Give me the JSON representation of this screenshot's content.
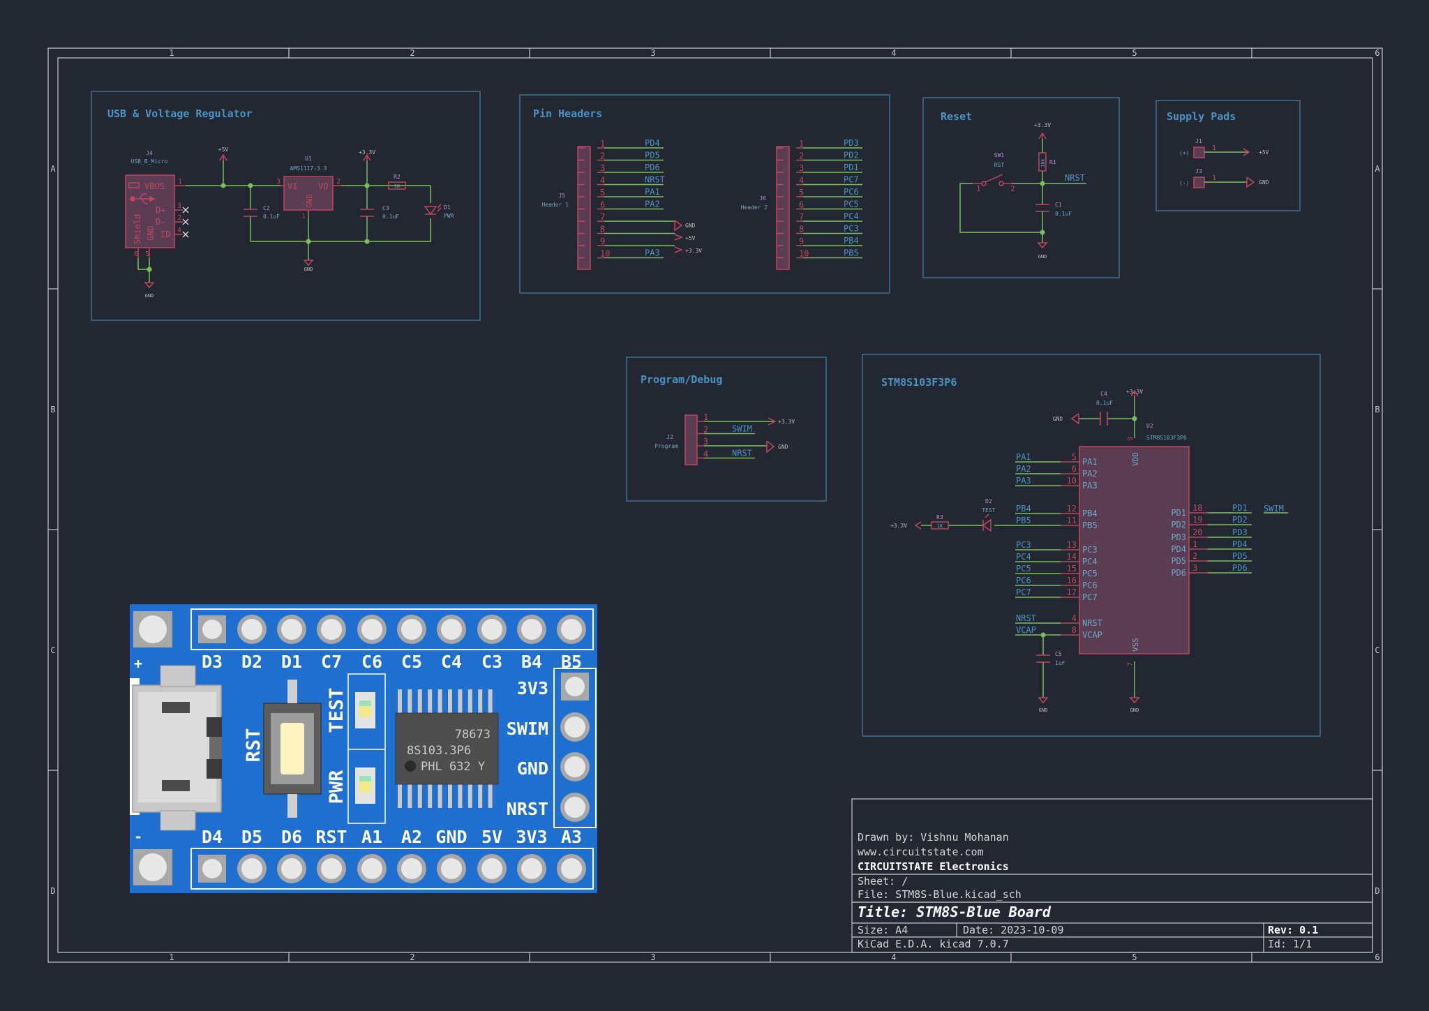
{
  "colors": {
    "background": "#232731",
    "border": "#c8c8cc",
    "box_stroke": "#3d7ca3",
    "box_title": "#4a94c4",
    "wire": "#7bbf5a",
    "symbol": "#c0475e",
    "ic_fill": "#5a3d52",
    "pin_num": "#c0475e",
    "net_label": "#4a94c4",
    "ref_text": "#b98fd8",
    "value_text": "#6da7c9",
    "power_text": "#bcbcbc",
    "board_blue": "#1f6fd1",
    "pad_light": "#e8e8e8",
    "pad_ring": "#a8a8a8"
  },
  "frame": {
    "col_labels": [
      "1",
      "2",
      "3",
      "4",
      "5",
      "6"
    ],
    "row_labels": [
      "A",
      "B",
      "C",
      "D"
    ]
  },
  "sections": {
    "usb": {
      "title": "USB & Voltage Regulator",
      "j4_ref": "J4",
      "j4_val": "USB_B_Micro",
      "pin_vbus": "VBUS",
      "pin_dp": "D+",
      "pin_dm": "D-",
      "pin_id": "ID",
      "pin_gnd": "GND",
      "pin_shield": "Shield",
      "num1": "1",
      "num2": "2",
      "num3": "3",
      "num4": "4",
      "num5": "5",
      "num6": "6",
      "u1_ref": "U1",
      "u1_val": "AMS1117-3.3",
      "u1_vi": "VI",
      "u1_vo": "VO",
      "u1_gnd": "GND",
      "u1_p1": "1",
      "u1_p2": "2",
      "u1_p3": "3",
      "c2_ref": "C2",
      "c2_val": "0.1uF",
      "c3_ref": "C3",
      "c3_val": "0.1uF",
      "r2_ref": "R2",
      "r2_val": "1K",
      "d1_ref": "D1",
      "d1_val": "PWR",
      "pwr_5v": "+5V",
      "pwr_33v": "+3.3V",
      "gnd1": "GND",
      "gnd2": "GND"
    },
    "headers": {
      "title": "Pin Headers",
      "j5_ref": "J5",
      "j5_val": "Header 1",
      "j5_pins": [
        "1",
        "2",
        "3",
        "4",
        "5",
        "6",
        "7",
        "8",
        "9",
        "10"
      ],
      "j5_nets": [
        "PD4",
        "PD5",
        "PD6",
        "NRST",
        "PA1",
        "PA2",
        "",
        "",
        "",
        "PA3"
      ],
      "j5_power": [
        "GND",
        "+5V",
        "+3.3V"
      ],
      "j6_ref": "J6",
      "j6_val": "Header 2",
      "j6_pins": [
        "1",
        "2",
        "3",
        "4",
        "5",
        "6",
        "7",
        "8",
        "9",
        "10"
      ],
      "j6_nets": [
        "PD3",
        "PD2",
        "PD1",
        "PC7",
        "PC6",
        "PC5",
        "PC4",
        "PC3",
        "PB4",
        "PB5"
      ]
    },
    "reset": {
      "title": "Reset",
      "sw_ref": "SW1",
      "sw_val": "RST",
      "sw_p1": "1",
      "sw_p2": "2",
      "r1_ref": "R1",
      "r1_val": "10K",
      "c1_ref": "C1",
      "c1_val": "0.1uF",
      "net": "NRST",
      "pwr": "+3.3V",
      "gnd": "GND"
    },
    "supply": {
      "title": "Supply Pads",
      "j1_ref": "J1",
      "j1_label": "(+)",
      "j1_pin": "1",
      "j1_pwr": "+5V",
      "j3_ref": "J3",
      "j3_label": "(-)",
      "j3_pin": "1",
      "j3_pwr": "GND"
    },
    "program": {
      "title": "Program/Debug",
      "j2_ref": "J2",
      "j2_val": "Program",
      "pins": [
        "1",
        "2",
        "3",
        "4"
      ],
      "nets": [
        "",
        "SWIM",
        "",
        "NRST"
      ],
      "pwr_33v": "+3.3V",
      "gnd": "GND"
    },
    "mcu": {
      "title": "STM8S103F3P6",
      "u2_ref": "U2",
      "u2_val": "STM8S103F3P6",
      "c4_ref": "C4",
      "c4_val": "0.1uF",
      "c5_ref": "C5",
      "c5_val": "1uF",
      "r3_ref": "R3",
      "r3_val": "1K",
      "d2_ref": "D2",
      "d2_val": "TEST",
      "pwr_33v_top": "+3.3V",
      "pwr_33v_left": "+3.3V",
      "gnd_top": "GND",
      "gnd_c5": "GND",
      "gnd_vss": "GND",
      "vdd": "VDD",
      "vss": "VSS",
      "vdd_num": "9",
      "vss_num": "7",
      "left_pins": [
        {
          "net": "PA1",
          "num": "5",
          "name": "PA1"
        },
        {
          "net": "PA2",
          "num": "6",
          "name": "PA2"
        },
        {
          "net": "PA3",
          "num": "10",
          "name": "PA3"
        },
        {
          "net": "PB4",
          "num": "12",
          "name": "PB4"
        },
        {
          "net": "PB5",
          "num": "11",
          "name": "PB5"
        },
        {
          "net": "PC3",
          "num": "13",
          "name": "PC3"
        },
        {
          "net": "PC4",
          "num": "14",
          "name": "PC4"
        },
        {
          "net": "PC5",
          "num": "15",
          "name": "PC5"
        },
        {
          "net": "PC6",
          "num": "16",
          "name": "PC6"
        },
        {
          "net": "PC7",
          "num": "17",
          "name": "PC7"
        },
        {
          "net": "NRST",
          "num": "4",
          "name": "NRST"
        },
        {
          "net": "VCAP",
          "num": "8",
          "name": "VCAP"
        }
      ],
      "right_pins": [
        {
          "net": "PD1",
          "num": "18",
          "name": "PD1"
        },
        {
          "net": "PD2",
          "num": "19",
          "name": "PD2"
        },
        {
          "net": "PD3",
          "num": "20",
          "name": "PD3"
        },
        {
          "net": "PD4",
          "num": "1",
          "name": "PD4"
        },
        {
          "net": "PD5",
          "num": "2",
          "name": "PD5"
        },
        {
          "net": "PD6",
          "num": "3",
          "name": "PD6"
        }
      ],
      "swim": "SWIM"
    }
  },
  "board": {
    "top_labels": [
      "D3",
      "D2",
      "D1",
      "C7",
      "C6",
      "C5",
      "C4",
      "C3",
      "B4",
      "B5"
    ],
    "bottom_labels": [
      "D4",
      "D5",
      "D6",
      "RST",
      "A1",
      "A2",
      "GND",
      "5V",
      "3V3",
      "A3"
    ],
    "right_labels": [
      "3V3",
      "SWIM",
      "GND",
      "NRST"
    ],
    "plus": "+",
    "minus": "-",
    "rst": "RST",
    "test": "TEST",
    "pwr": "PWR",
    "chip_line1": "78673",
    "chip_line2": "8S103.3P6",
    "chip_line3": "PHL 632 Y"
  },
  "titleblock": {
    "drawn_by": "Drawn by: Vishnu Mohanan",
    "website": "www.circuitstate.com",
    "company": "CIRCUITSTATE Electronics",
    "sheet": "Sheet: /",
    "file": "File: STM8S-Blue.kicad_sch",
    "title": "Title: STM8S-Blue Board",
    "size": "Size: A4",
    "date": "Date: 2023-10-09",
    "rev": "Rev: 0.1",
    "tool": "KiCad E.D.A.  kicad 7.0.7",
    "id": "Id: 1/1"
  }
}
